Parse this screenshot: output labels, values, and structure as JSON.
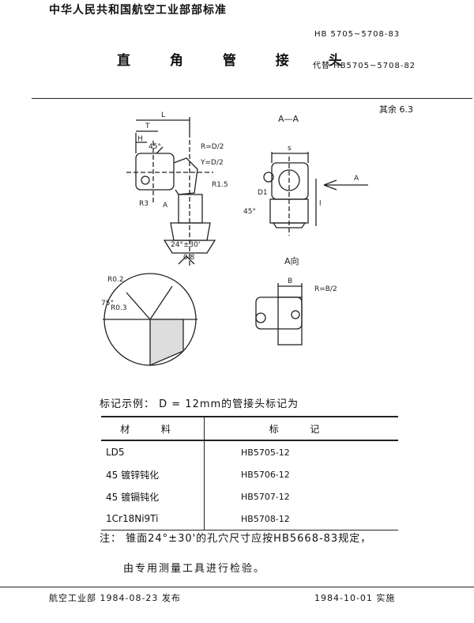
{
  "header": {
    "org_standard": "中华人民共和国航空工业部部标准",
    "code": "HB 5705~5708-83",
    "title": "直 角 管 接 头",
    "replaces": "代替 HB5705~5708-82"
  },
  "roughness": "其余 6.3",
  "drawing": {
    "section_label": "A—A",
    "view_label": "A向",
    "dims": {
      "L": "L",
      "T": "T",
      "H": "H",
      "angle45": "45°",
      "R_d2": "R=D/2",
      "Y_d2": "Y=D/2",
      "R15": "R1.5",
      "R3": "R3",
      "A": "A",
      "cone": "24°±30'",
      "rough08": "0.8",
      "s": "s",
      "D1": "D1",
      "angle45b": "45°",
      "l": "l",
      "R02": "R0.2",
      "angle75": "75°",
      "R03": "R0.3",
      "B": "B",
      "R_b2": "R=B/2"
    }
  },
  "example": {
    "text": "标记示例：  D = 12mm的管接头标记为",
    "columns": [
      "材 料",
      "标 记"
    ],
    "rows": [
      {
        "material": "LD5",
        "mark": "HB5705-12"
      },
      {
        "material": "45   镀锌钝化",
        "mark": "HB5706-12"
      },
      {
        "material": "45   镀镉钝化",
        "mark": "HB5707-12"
      },
      {
        "material": "1Cr18Ni9Ti",
        "mark": "HB5708-12"
      }
    ]
  },
  "notes": {
    "line1": "注：  锥面24°±30'的孔穴尺寸应按HB5668-83规定，",
    "line2": "由专用测量工具进行检验。"
  },
  "footer": {
    "issued": "航空工业部  1984-08-23  发布",
    "effective": "1984-10-01   实施"
  }
}
